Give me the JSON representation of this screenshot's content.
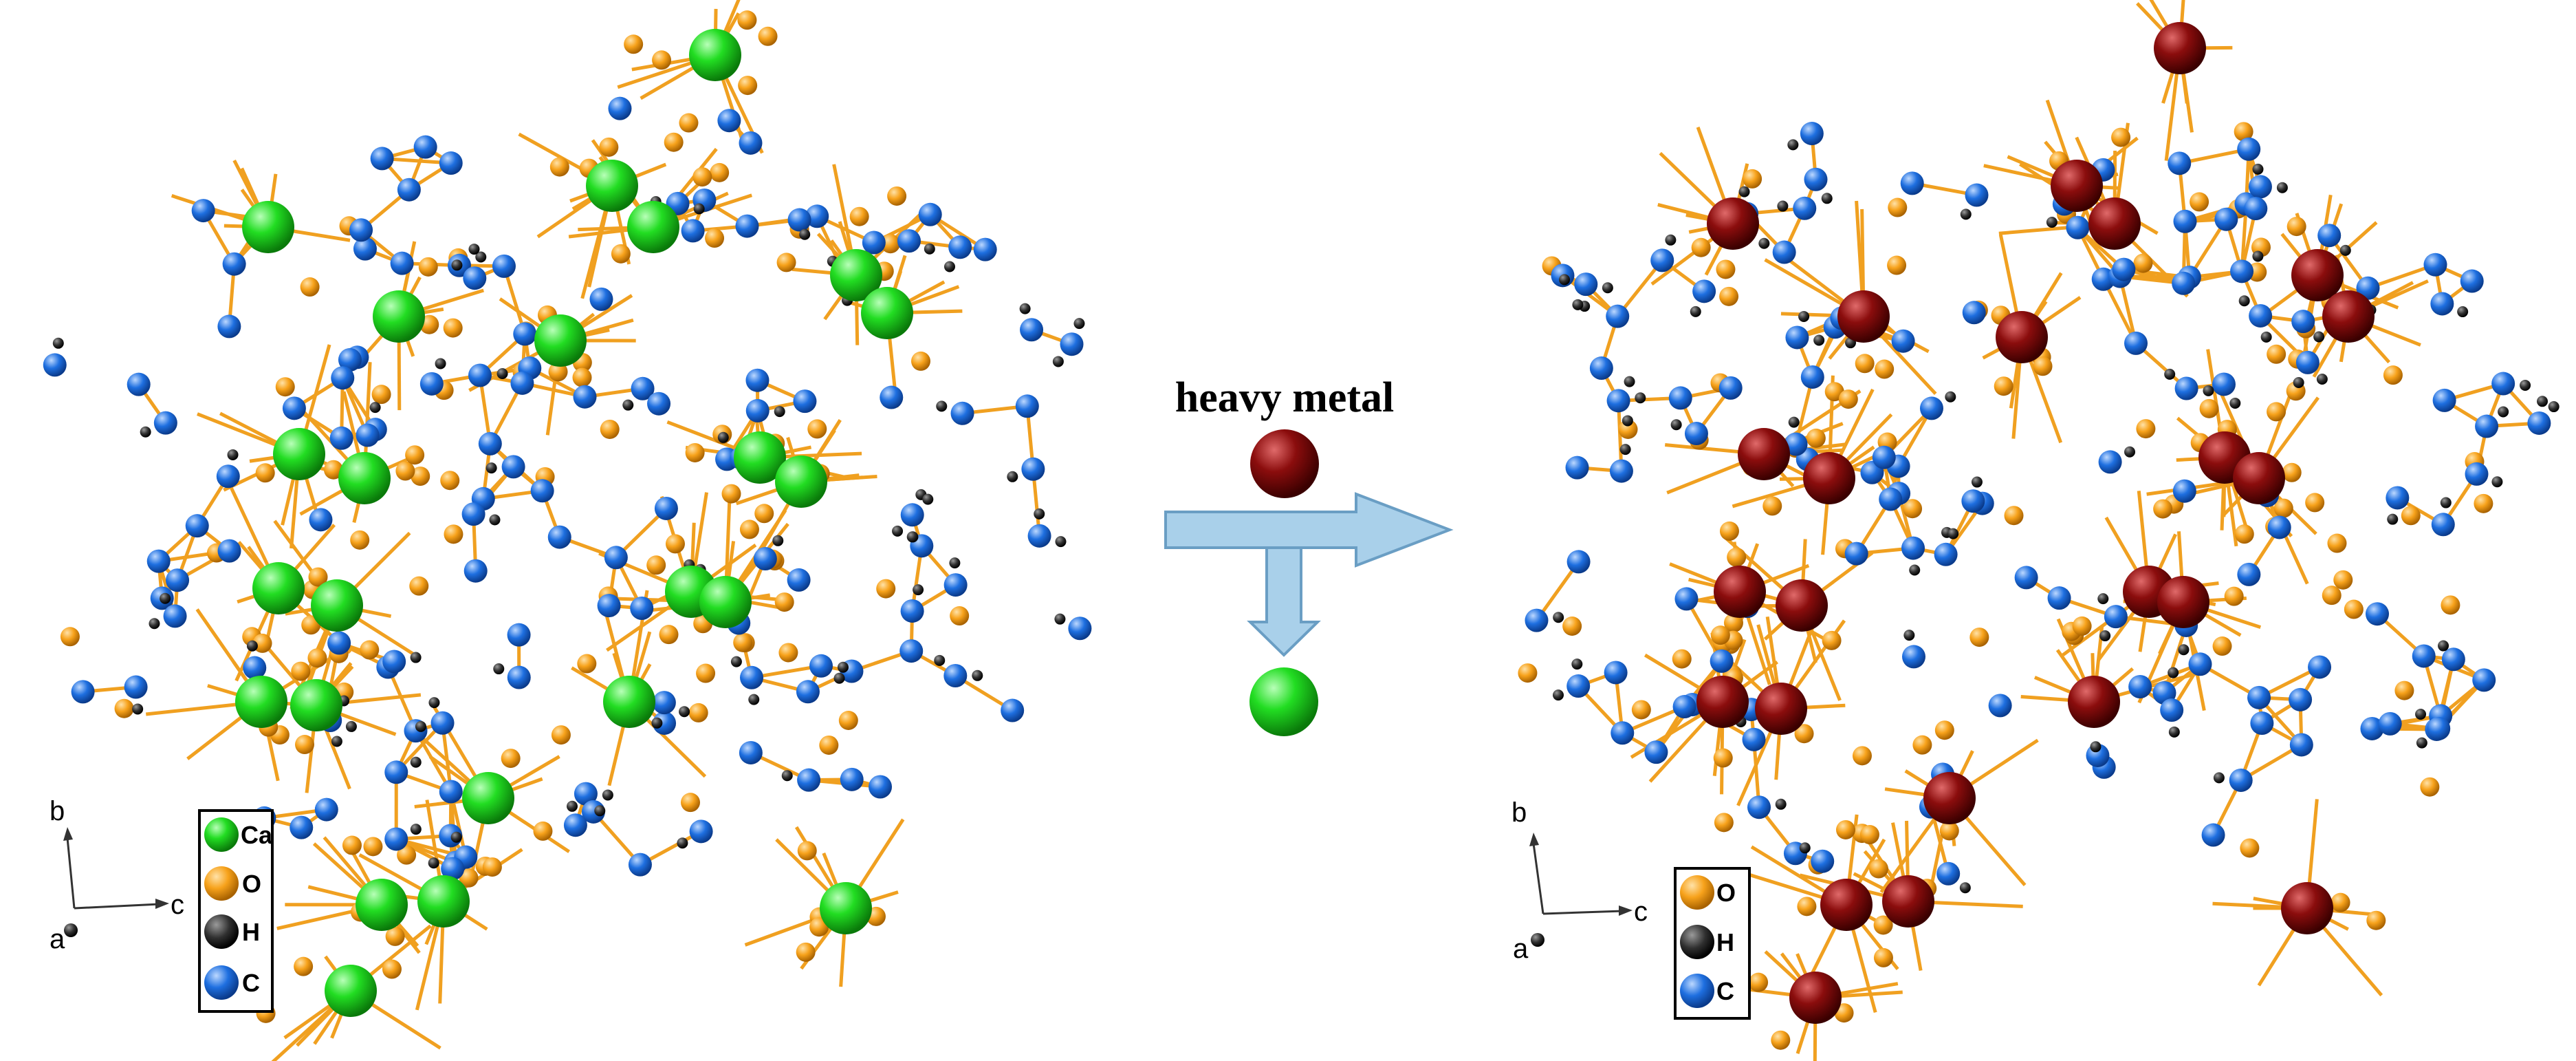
{
  "colors": {
    "calcium": "#22dd22",
    "oxygen": "#f7a21b",
    "hydrogen": "#303030",
    "carbon": "#1e6fe0",
    "heavy_metal": "#8b0d0d",
    "bond": "#f0a020",
    "arrow_fill": "#a9d0ea",
    "arrow_stroke": "#6a9ec4"
  },
  "center": {
    "label": "heavy metal"
  },
  "left_panel": {
    "axes": {
      "b": "b",
      "c": "c",
      "a": "a"
    },
    "legend": [
      {
        "symbol": "Ca",
        "color_key": "calcium"
      },
      {
        "symbol": "O",
        "color_key": "oxygen"
      },
      {
        "symbol": "H",
        "color_key": "hydrogen"
      },
      {
        "symbol": "C",
        "color_key": "carbon"
      }
    ]
  },
  "right_panel": {
    "axes": {
      "b": "b",
      "c": "c",
      "a": "a"
    },
    "legend": [
      {
        "symbol": "O",
        "color_key": "oxygen"
      },
      {
        "symbol": "H",
        "color_key": "hydrogen"
      },
      {
        "symbol": "C",
        "color_key": "carbon"
      }
    ]
  }
}
